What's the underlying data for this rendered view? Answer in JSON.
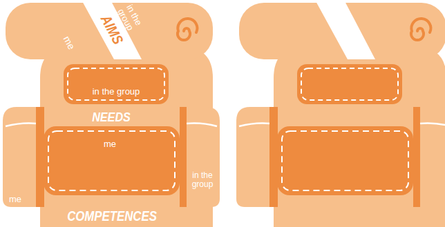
{
  "diagram": {
    "nodes": [
      {
        "text": [
          "me",
          "in the group"
        ]
      },
      {
        "text": [
          "AIMS"
        ],
        "in": 0
      },
      {
        "text": [
          "NEEDS",
          "COMPETENCES"
        ]
      },
      {
        "text": [
          "in the group"
        ],
        "in": 2
      },
      {
        "text": [
          "me"
        ],
        "in": 2
      },
      {
        "text": [
          "me"
        ]
      },
      {
        "text": [
          "in the group"
        ]
      }
    ]
  }
}
